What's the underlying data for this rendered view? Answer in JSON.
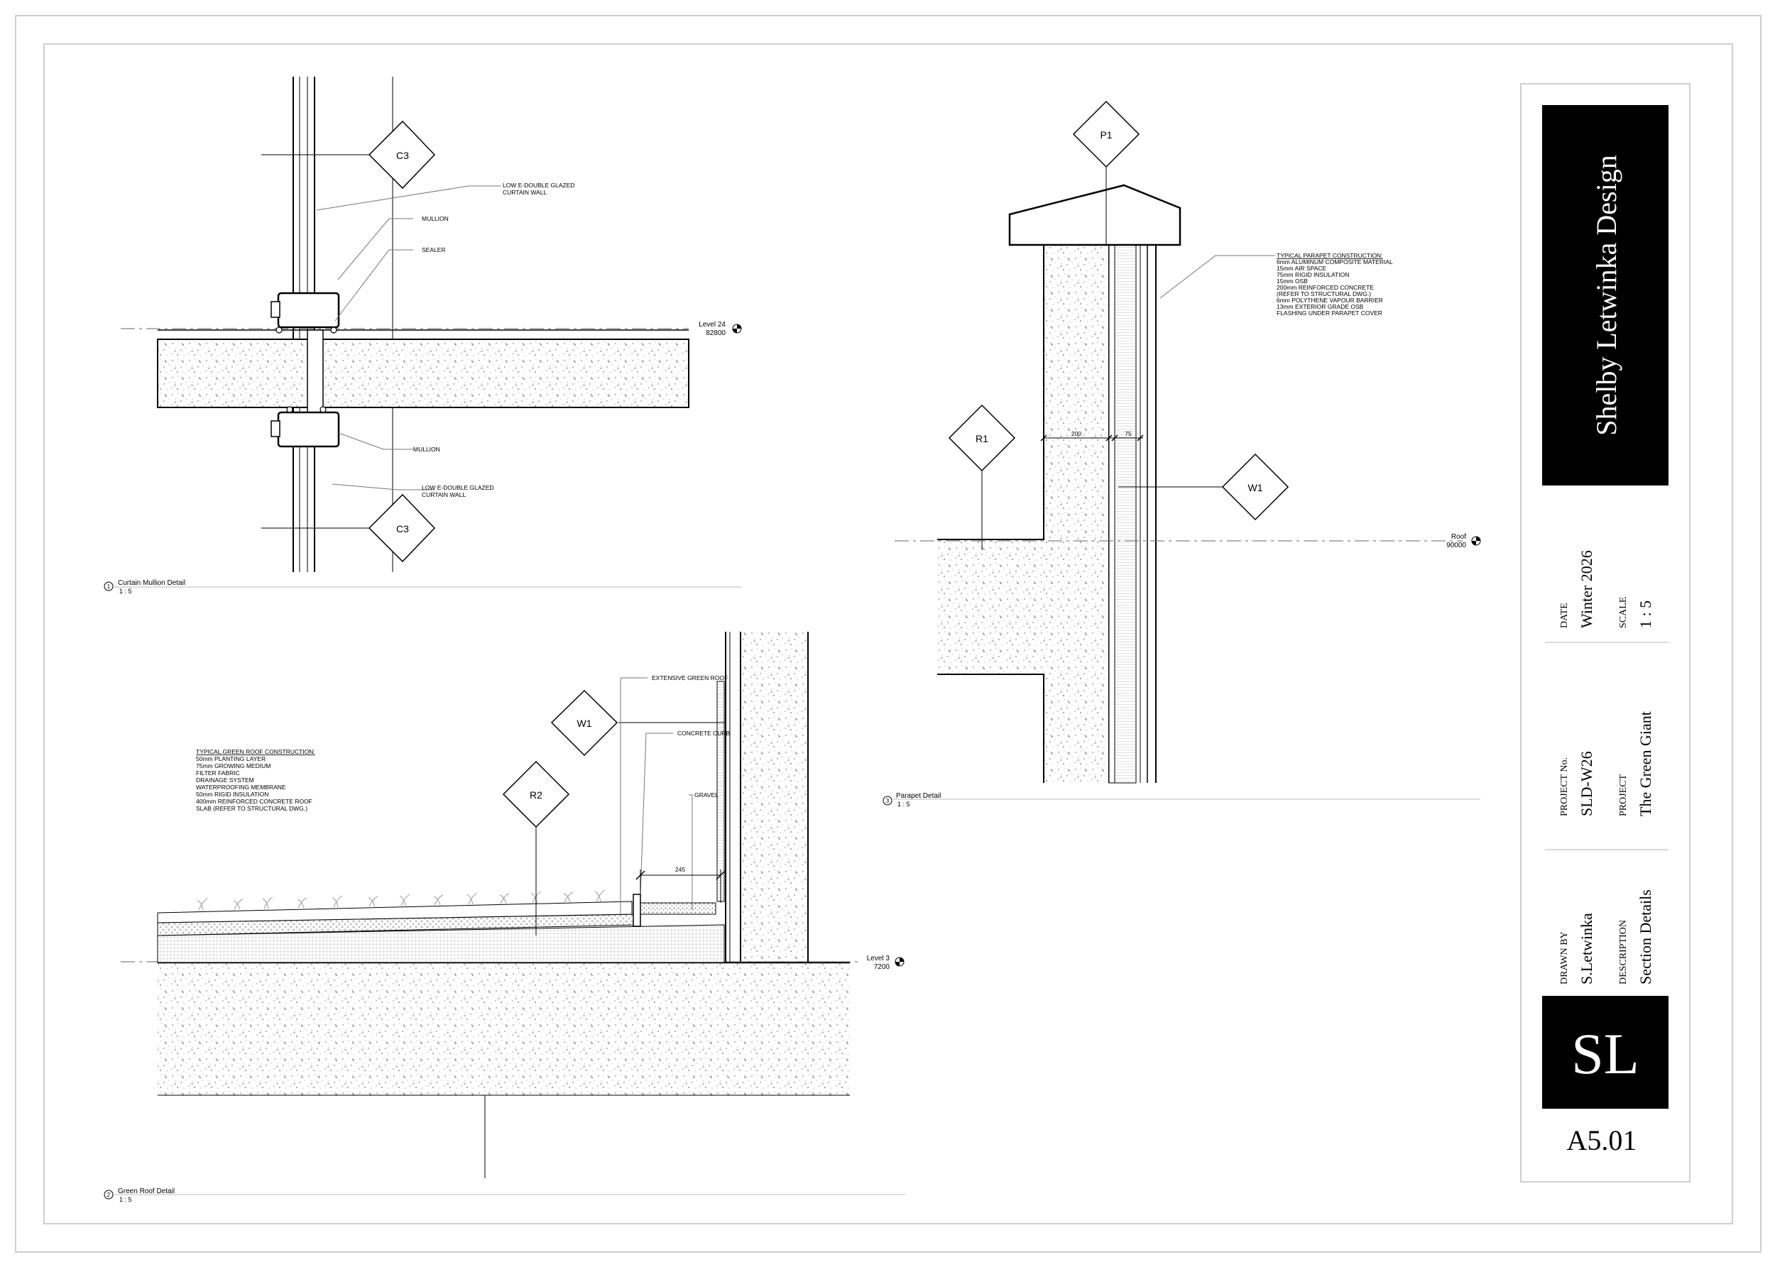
{
  "title_block": {
    "company": "Shelby Letwinka Design",
    "date_label": "DATE",
    "date": "Winter 2026",
    "scale_label": "SCALE",
    "scale": "1 : 5",
    "project_no_label": "PROJECT No.",
    "project_no": "SLD-W26",
    "project_label": "PROJECT",
    "project": "The Green Giant",
    "drawn_by_label": "DRAWN BY",
    "drawn_by": "S.Letwinka",
    "description_label": "DESCRIPTION",
    "description": "Section Details",
    "logo": "SL",
    "sheet_number": "A5.01"
  },
  "detail_1": {
    "number": "1",
    "title": "Curtain Mullion Detail",
    "scale": "1 : 5",
    "tag_top": "C3",
    "tag_bottom": "C3",
    "note_glazing_top_1": "LOW E-DOUBLE GLAZED",
    "note_glazing_top_2": "CURTAIN WALL",
    "note_mullion_top": "MULLION",
    "note_sealer": "SEALER",
    "note_mullion_bottom": "MULLION",
    "note_glazing_bottom_1": "LOW E-DOUBLE GLAZED",
    "note_glazing_bottom_2": "CURTAIN WALL",
    "level_name": "Level 24",
    "level_value": "82800"
  },
  "detail_2": {
    "number": "2",
    "title": "Green Roof Detail",
    "scale": "1 : 5",
    "tag_w": "W1",
    "tag_r": "R2",
    "note_green_roof": "EXTENSIVE GREEN ROOF",
    "note_curb": "CONCRETE CURB",
    "note_gravel": "GRAVEL",
    "dim_245": "245",
    "spec_heading": "TYPICAL GREEN ROOF CONSTRUCTION:",
    "spec_lines": [
      "50mm PLANTING LAYER",
      "75mm GROWING MEDIUM",
      "FILTER FABRIC",
      "DRAINAGE SYSTEM",
      "WATERPROOFING MEMBRANE",
      "50mm RIGID INSULATION",
      "400mm REINFORCED CONCRETE ROOF",
      "SLAB (REFER TO STRUCTURAL DWG.)"
    ],
    "level_name": "Level 3",
    "level_value": "7200"
  },
  "detail_3": {
    "number": "3",
    "title": "Parapet Detail",
    "scale": "1 : 5",
    "tag_p": "P1",
    "tag_r": "R1",
    "tag_w": "W1",
    "dim_200": "200",
    "dim_75": "75",
    "spec_heading": "TYPICAL PARAPET CONSTRUCTION:",
    "spec_lines": [
      "6mm ALUMINUM COMPOSITE MATERIAL",
      "15mm AIR SPACE",
      "75mm RIGID INSULATION",
      "15mm OSB",
      "200mm REINFORCED CONCRETE",
      "(REFER TO STRUCTURAL DWG.)",
      "6mm POLYTHENE VAPOUR BARRIER",
      "13mm EXTERIOR GRADE OSB",
      "FLASHING UNDER PARAPET COVER"
    ],
    "level_name": "Roof",
    "level_value": "90000"
  }
}
